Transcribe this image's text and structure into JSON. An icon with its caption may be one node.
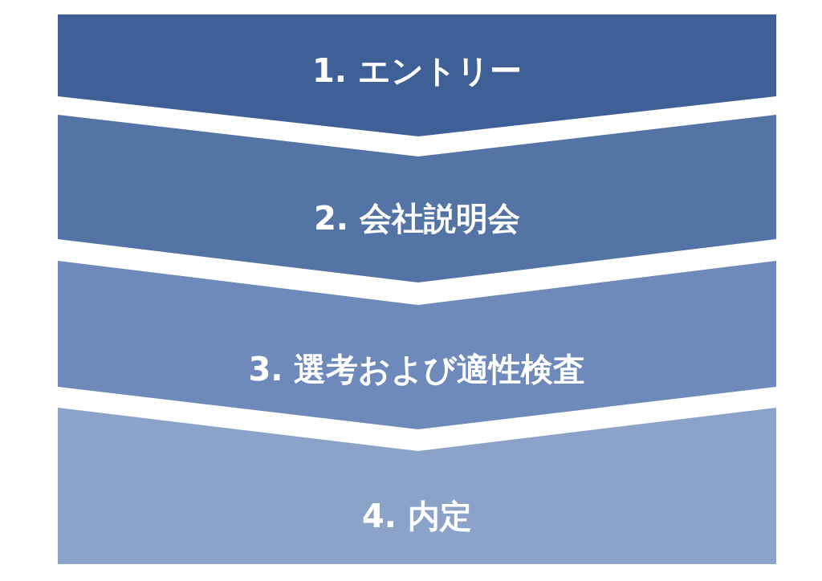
{
  "diagram": {
    "nodes": [
      {
        "text": [
          "1. エントリー"
        ]
      },
      {
        "text": [
          "2. 会社説明会"
        ]
      },
      {
        "text": [
          "3. 選考および適性検査"
        ]
      },
      {
        "text": [
          "4. 内定"
        ]
      }
    ]
  }
}
